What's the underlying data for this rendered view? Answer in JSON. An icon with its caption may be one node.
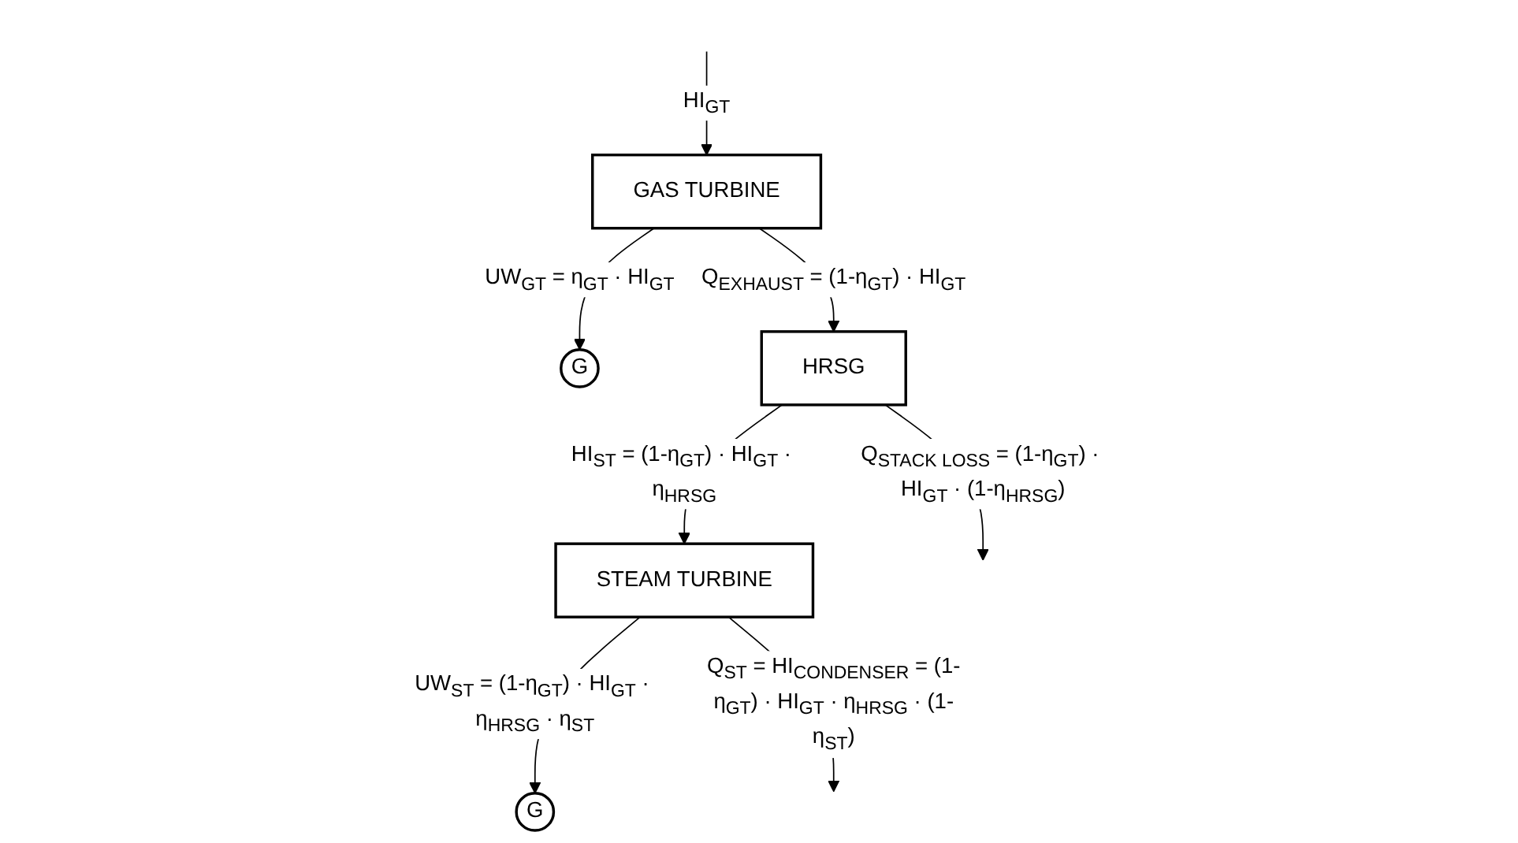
{
  "diagram": {
    "nodes": [
      {
        "text": [
          "GAS TURBINE"
        ]
      },
      {
        "text": [
          "G"
        ]
      },
      {
        "text": [
          "HRSG"
        ]
      },
      {
        "text": [
          "STEAM TURBINE"
        ]
      },
      {
        "text": [
          "G"
        ]
      }
    ],
    "edges": [
      {
        "from": null,
        "to": 0,
        "arrow": "to",
        "label": "HI$_{GT}$"
      },
      {
        "from": 0,
        "to": 1,
        "arrow": "to",
        "label": "UW$_{GT}$ = η$_{GT}$ · HI$_{GT}$"
      },
      {
        "from": 0,
        "to": 2,
        "arrow": "to",
        "label": "Q$_{EXHAUST}$ = (1-η$_{GT}$) · HI$_{GT}$"
      },
      {
        "from": 2,
        "to": null,
        "arrow": "to",
        "label": "Q$_{STACK LOSS}$ = (1-η$_{GT}$) · HI$_{GT}$ · (1-η$_{HRSG}$)"
      },
      {
        "from": 2,
        "to": 3,
        "arrow": "to",
        "label": "HI$_{ST}$ = (1-η$_{GT}$) · HI$_{GT}$ · η$_{HRSG}$"
      },
      {
        "from": 3,
        "to": 4,
        "arrow": "to",
        "label": "UW$_{ST}$ = (1-η$_{GT}$) · HI$_{GT}$ · η$_{HRSG}$ · η$_{ST}$"
      },
      {
        "from": 3,
        "to": null,
        "arrow": "to",
        "label": "Q$_{ST}$ = HI$_{CONDENSER}$ = (1-η$_{GT}$) · HI$_{GT}$ · η$_{HRSG}$ · (1-η$_{ST}$)"
      }
    ]
  }
}
